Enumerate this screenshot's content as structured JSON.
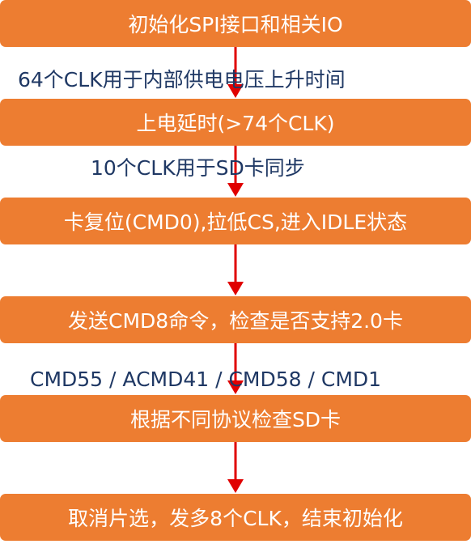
{
  "steps": [
    "初始化SPI接口和相关IO",
    "上电延时(>74个CLK)",
    "卡复位(CMD0),拉低CS,进入IDLE状态",
    "发送CMD8命令，检查是否支持2.0卡",
    "根据不同协议检查SD卡",
    "取消片选，发多8个CLK，结束初始化"
  ],
  "notes": [
    "64个CLK用于内部供电电压上升时间",
    "10个CLK用于SD卡同步",
    "CMD55 / ACMD41 / CMD58 / CMD1"
  ],
  "colors": {
    "box_fill": "#ED7D31",
    "box_text": "#FFFFFF",
    "arrow": "#E00000",
    "note_text": "#1F3864"
  }
}
